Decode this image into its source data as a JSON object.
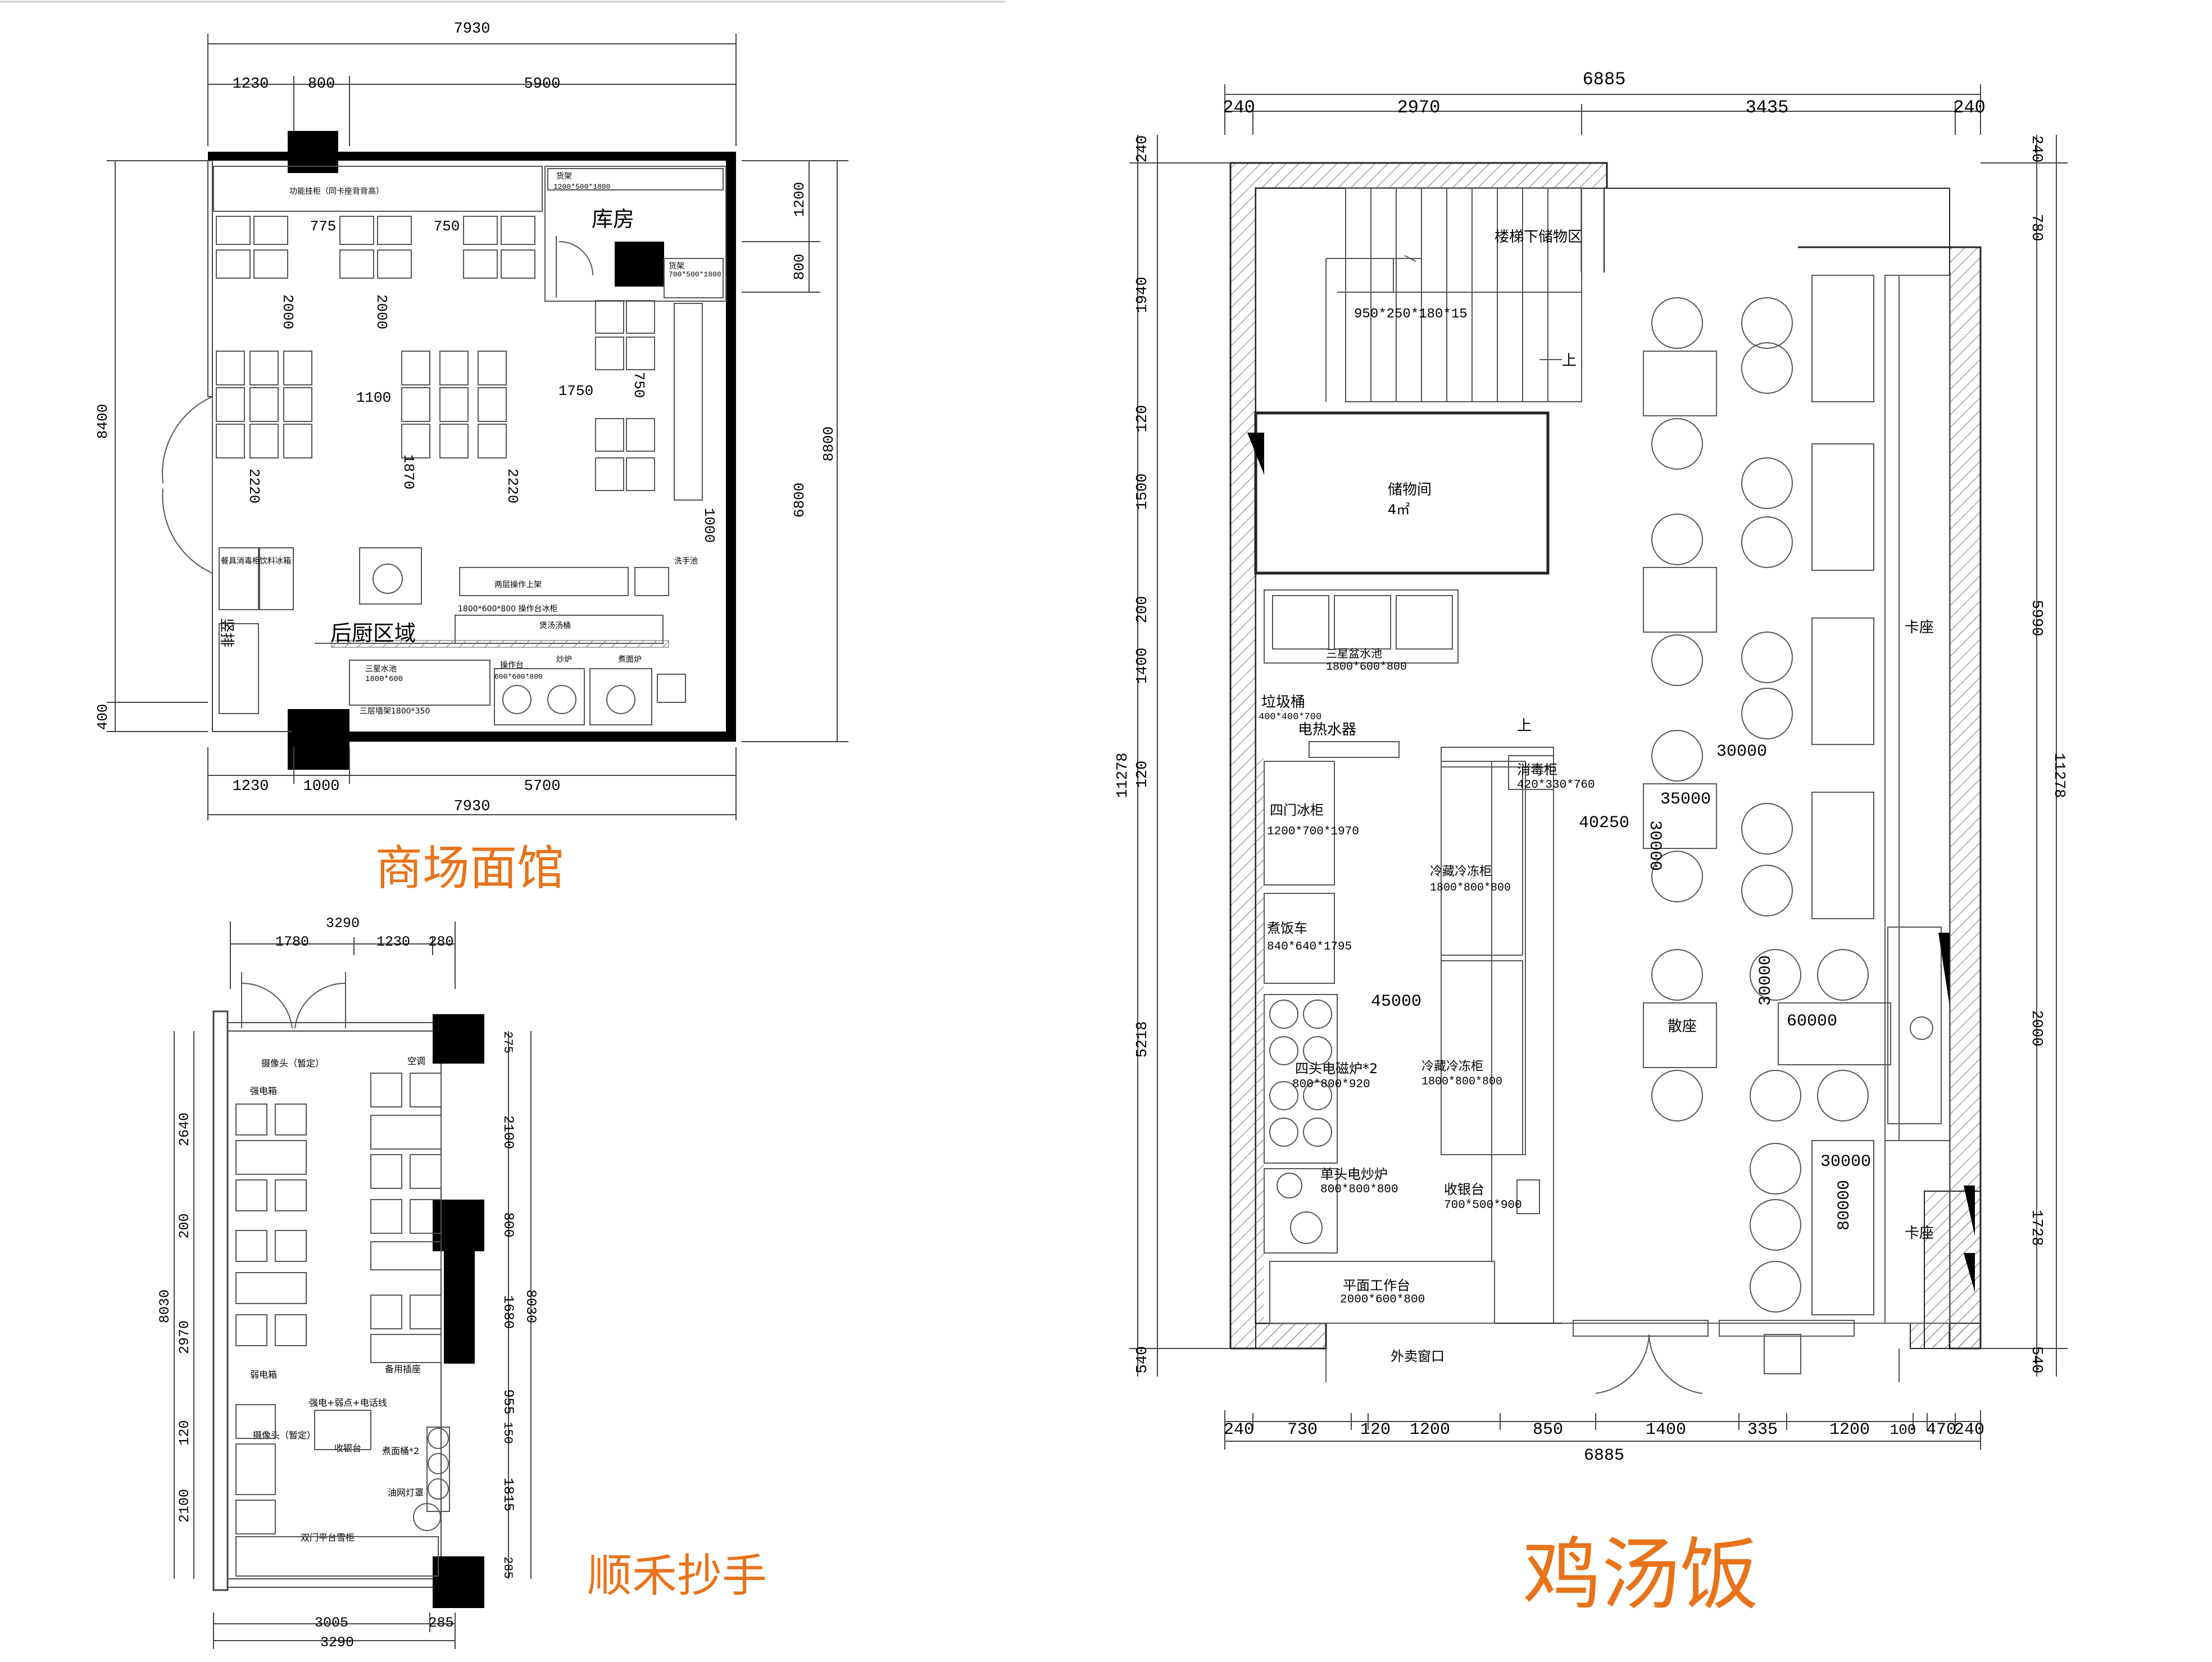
{
  "plan_mall": {
    "title": "商场面馆",
    "dims_top_total": "7930",
    "dims_top": [
      "1230",
      "800",
      "5900"
    ],
    "dims_bottom": [
      "1230",
      "1000",
      "5700"
    ],
    "dims_bottom_total": "7930",
    "dims_left": [
      "8400",
      "400"
    ],
    "dims_right": [
      "1200",
      "800",
      "6800"
    ],
    "dims_right_total": "8800",
    "inner_dims": [
      "775",
      "750",
      "2000",
      "2000",
      "1100",
      "1750",
      "750",
      "1870",
      "2220",
      "2220",
      "1000"
    ],
    "labels": {
      "storage": "库房",
      "kitchen": "后厨区域",
      "shelf_a": "货架",
      "shelf_a_size": "1200*500*1800",
      "shelf_b": "货架",
      "shelf_b_size": "700*500*1800",
      "shelf_top": "功能挂柜（同卡座背背高）",
      "shaft": "竖排",
      "sterilizer": "餐具消毒柜",
      "beverage_fridge": "饮料冰箱",
      "sink_wash": "洗手池",
      "two_layer_shelf": "两层操作上架",
      "fridge_bench": "1800*600*800 操作台冰柜",
      "soup_pot": "煲汤汤桶",
      "triple_sink": "三星水池",
      "triple_sink_size": "1800*600",
      "workbench": "操作台",
      "workbench_size": "600*600*800",
      "stove": "炒炉",
      "noodle_cooker": "煮面炉",
      "triple_shelf": "三层墙架1800*350"
    }
  },
  "plan_shunhe": {
    "title": "顺禾抄手",
    "dims_top_total": "3290",
    "dims_top": [
      "1780",
      "1230",
      "280"
    ],
    "dims_bottom": [
      "3005",
      "285"
    ],
    "dims_bottom_total": "3290",
    "dims_left_total": "8030",
    "dims_left": [
      "2640",
      "200",
      "2970",
      "120",
      "2100"
    ],
    "dims_right": [
      "275",
      "2100",
      "800",
      "1680",
      "955",
      "150",
      "1815",
      "285"
    ],
    "dims_right_total": "8030",
    "labels": {
      "camera_top": "摄像头（暂定）",
      "ac": "空调",
      "power_box": "强电箱",
      "weak_box": "弱电箱",
      "spare_socket": "备用插座",
      "power_line": "强电+弱点+电话线",
      "camera_bottom": "摄像头（暂定）",
      "cashier": "收银台",
      "noodle_pot": "煮面桶*2",
      "hood": "油网灯罩",
      "fridge": "双门平台雪柜"
    }
  },
  "plan_chicken": {
    "title": "鸡汤饭",
    "dims_top_total": "6885",
    "dims_top": [
      "240",
      "2970",
      "3435",
      "240"
    ],
    "dims_bottom": [
      "240",
      "730",
      "120",
      "1200",
      "850",
      "1400",
      "335",
      "1200",
      "100",
      "470",
      "240"
    ],
    "dims_bottom_total": "6885",
    "dims_left": [
      "240",
      "1940",
      "120",
      "1500",
      "200",
      "1400",
      "120",
      "5218",
      "540"
    ],
    "dims_left_total": "11278",
    "dims_right": [
      "240",
      "780",
      "5990",
      "2000",
      "1728",
      "540"
    ],
    "dims_right_total": "11278",
    "labels": {
      "stair_storage": "楼梯下储物区",
      "stair_size": "950*250*180*15",
      "up_a": "上",
      "storage_room": "储物间",
      "storage_area": "4㎡",
      "triple_sink": "三星盆水池",
      "triple_sink_size": "1800*600*800",
      "trash": "垃圾桶",
      "trash_size": "400*400*700",
      "water_heater": "电热水器",
      "up_b": "上",
      "sterilizer": "消毒柜",
      "sterilizer_size": "420*330*760",
      "four_door_fridge": "四门冰柜",
      "four_door_fridge_size": "1200*700*1970",
      "rice_cart": "煮饭车",
      "rice_cart_size": "840*640*1795",
      "induction": "四头电磁炉*2",
      "induction_size": "800*800*920",
      "wok": "单头电炒炉",
      "wok_size": "800*800*800",
      "cashier": "收银台",
      "cashier_size": "700*500*900",
      "fridge_a": "冷藏冷冻柜",
      "fridge_a_size": "1800*800*800",
      "fridge_b": "冷藏冷冻柜",
      "fridge_b_size": "1800*800*800",
      "flat_bench": "平面工作台",
      "flat_bench_size": "2000*600*800",
      "takeout": "外卖窗口",
      "booth_a": "卡座",
      "booth_b": "卡座",
      "loose_seat": "散座",
      "dim_40250": "40250",
      "dim_45000": "45000",
      "dim_35000": "35000",
      "dim_30000_a": "30000",
      "dim_30000_b": "30000",
      "dim_30000_c": "30000",
      "dim_30000_d": "30000",
      "dim_60000": "60000",
      "dim_80000": "80000"
    }
  },
  "colors": {
    "caption": "#e8731a",
    "wall": "#000000",
    "line": "#444444"
  }
}
